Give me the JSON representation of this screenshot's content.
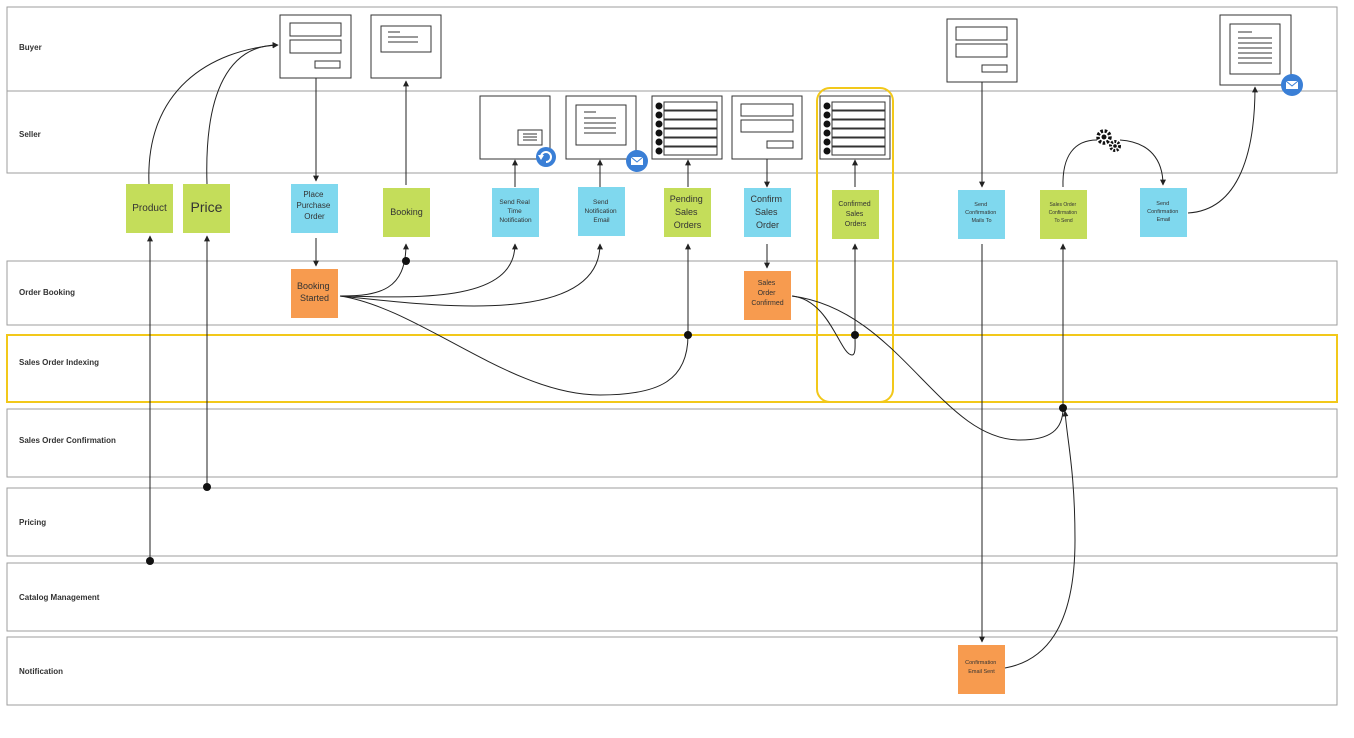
{
  "colors": {
    "command": "#7fd8ee",
    "event": "#f79b4f",
    "readmodel": "#c4dd5a",
    "highlight": "#f2c81a",
    "lane_border": "#9e9e9e",
    "line": "#222222",
    "badge": "#3a7fd6"
  },
  "lanes": {
    "buyer": "Buyer",
    "seller": "Seller",
    "order_booking": "Order Booking",
    "sales_order_indexing": "Sales Order Indexing",
    "sales_order_confirmation": "Sales Order Confirmation",
    "pricing": "Pricing",
    "catalog_management": "Catalog Management",
    "notification": "Notification"
  },
  "notes": {
    "product": "Product",
    "price": "Price",
    "place_purchase_order": [
      "Place",
      "Purchase",
      "Order"
    ],
    "booking": "Booking",
    "send_real_time_notification": [
      "Send Real",
      "Time",
      "Notification"
    ],
    "send_notification_email": [
      "Send",
      "Notification",
      "Email"
    ],
    "pending_sales_orders": [
      "Pending",
      "Sales",
      "Orders"
    ],
    "confirm_sales_order": [
      "Confirm",
      "Sales",
      "Order"
    ],
    "confirmed_sales_orders": [
      "Confirmed",
      "Sales",
      "Orders"
    ],
    "send_confirmation_mails_to": [
      "Send",
      "Confirmation",
      "Mails To"
    ],
    "sales_order_confirmation_to_send": [
      "Sales Order",
      "Confirmation",
      "To Send"
    ],
    "send_confirmation_email": [
      "Send",
      "Confirmation",
      "Email"
    ],
    "booking_started": [
      "Booking",
      "Started"
    ],
    "sales_order_confirmed": [
      "Sales",
      "Order",
      "Confirmed"
    ],
    "confirmation_email_sent": [
      "Confirmation",
      "Email Sent"
    ]
  },
  "icons": {
    "refresh": "refresh-icon",
    "mail": "mail-icon",
    "gears": "gears-icon"
  }
}
